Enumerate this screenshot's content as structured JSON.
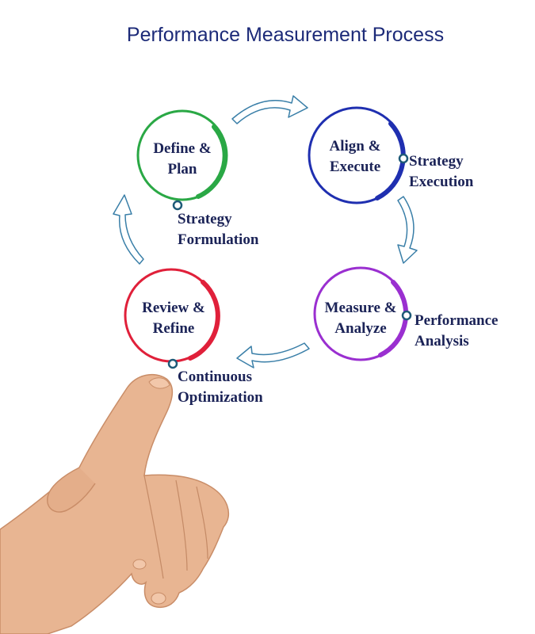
{
  "title": "Performance Measurement Process",
  "stages": [
    {
      "line1": "Define &",
      "line2": "Plan",
      "color": "#2aa845"
    },
    {
      "line1": "Align &",
      "line2": "Execute",
      "color": "#1f2fb0"
    },
    {
      "line1": "Measure &",
      "line2": "Analyze",
      "color": "#9a2fd0"
    },
    {
      "line1": "Review &",
      "line2": "Refine",
      "color": "#e0203a"
    }
  ],
  "notes": [
    {
      "line1": "Strategy",
      "line2": "Formulation"
    },
    {
      "line1": "Strategy",
      "line2": "Execution"
    },
    {
      "line1": "Performance",
      "line2": "Analysis"
    },
    {
      "line1": "Continuous",
      "line2": "Optimization"
    }
  ],
  "colors": {
    "title": "#1c2a78",
    "label_text": "#1b2357",
    "connector": "#1e5a78",
    "arrow_outline": "#3a7fa8",
    "skin": "#e8b592"
  },
  "icons": [
    "curved-arrow-icon",
    "hand-pointer-image",
    "connector-dot-icon"
  ]
}
